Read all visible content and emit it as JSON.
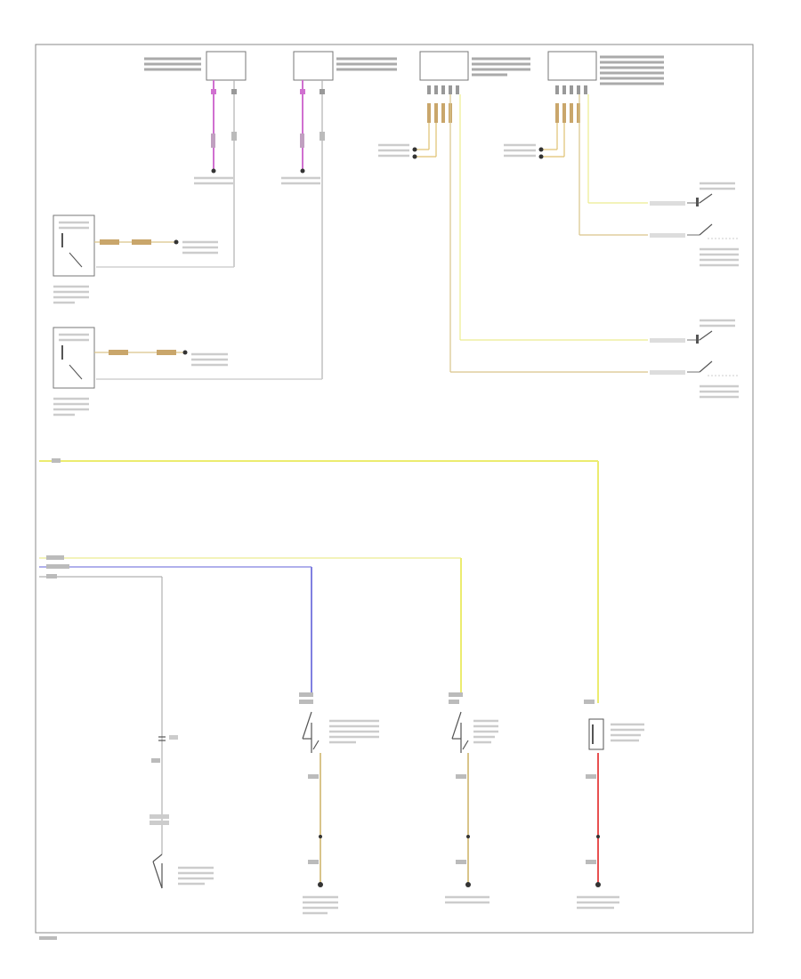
{
  "footer": {
    "code": ""
  },
  "colors": {
    "pink": "#d070d0",
    "gray": "#b0b0b0",
    "tan": "#d9c48a",
    "yellow": "#ecec70",
    "blue": "#8080e0",
    "red": "#e85050",
    "dark": "#333333"
  },
  "modules": [
    {
      "id": "left-rear-door-module",
      "label": ""
    },
    {
      "id": "right-rear-door-module",
      "label": ""
    },
    {
      "id": "driver-door-module",
      "label": ""
    },
    {
      "id": "passenger-door-module",
      "label": ""
    }
  ],
  "switches": [
    {
      "id": "left-rear-door-lock-switch",
      "label": ""
    },
    {
      "id": "right-rear-door-lock-switch",
      "label": ""
    },
    {
      "id": "passenger-door-lock-switch",
      "label": ""
    },
    {
      "id": "driver-door-lock-switch",
      "label": ""
    },
    {
      "id": "ignition-switch",
      "label": ""
    },
    {
      "id": "trunk-lid-switch",
      "label": ""
    },
    {
      "id": "hood-switch",
      "label": ""
    },
    {
      "id": "left-front-door-switch",
      "label": ""
    }
  ]
}
